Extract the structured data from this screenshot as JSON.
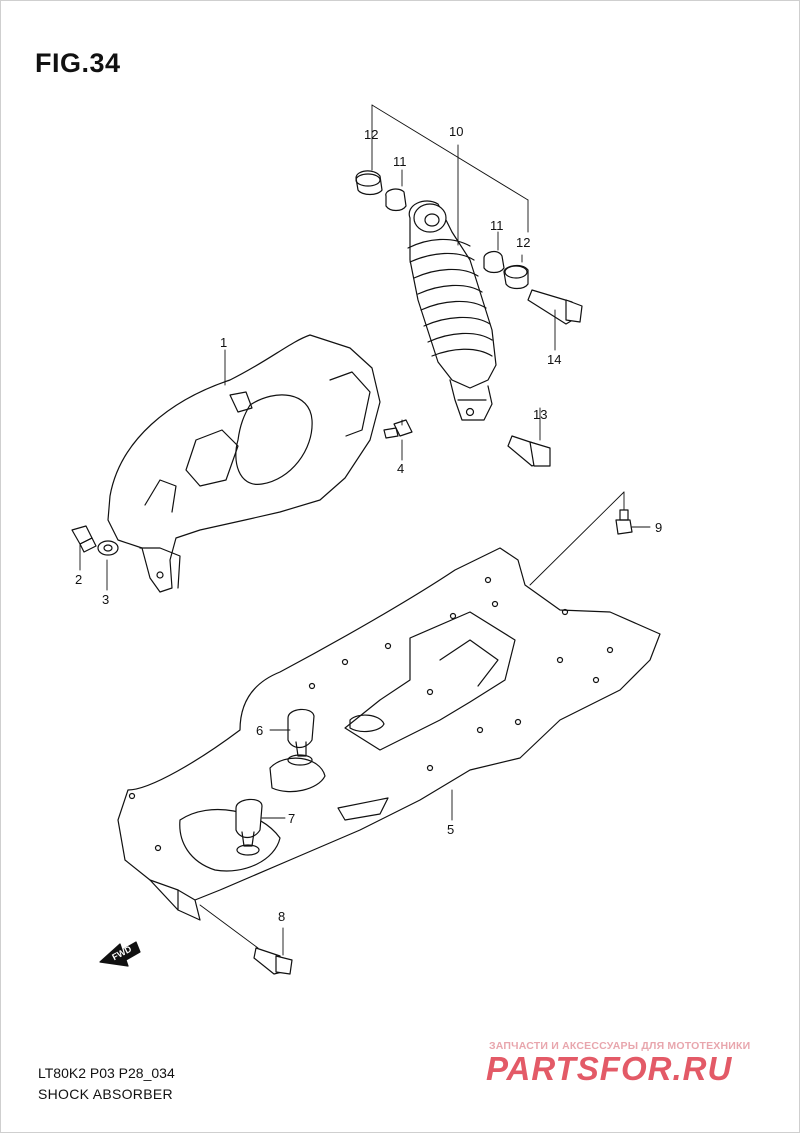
{
  "figure": {
    "title": "FIG.34",
    "code": "LT80K2 P03 P28_034",
    "name": "SHOCK ABSORBER"
  },
  "callouts": {
    "c1": "1",
    "c2": "2",
    "c3": "3",
    "c4": "4",
    "c5": "5",
    "c6": "6",
    "c7": "7",
    "c8": "8",
    "c9": "9",
    "c10": "10",
    "c11a": "11",
    "c11b": "11",
    "c12a": "12",
    "c12b": "12",
    "c13": "13",
    "c14": "14"
  },
  "fwd": {
    "label": "FWD"
  },
  "watermark": {
    "tagline": "ЗАПЧАСТИ И АКСЕССУАРЫ ДЛЯ МОТОТЕХНИКИ",
    "brand": "PARTSFOR.RU",
    "color": "#e35a67"
  }
}
